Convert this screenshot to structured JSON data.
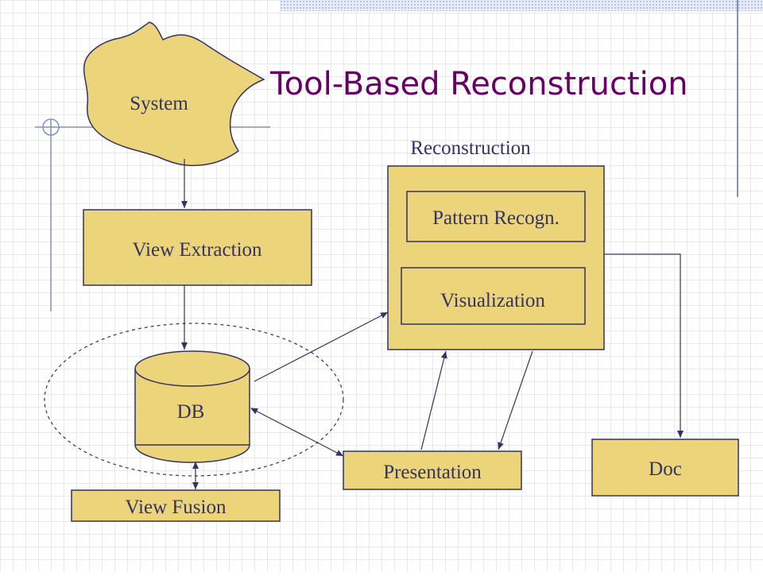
{
  "slide": {
    "title": "Tool-Based Reconstruction",
    "colors": {
      "box_fill": "#EBD47A",
      "box_stroke": "#333366",
      "text": "#333366",
      "title": "#660066",
      "grid": "#D6D6D6",
      "accent_line": "#7F8FC8"
    }
  },
  "diagram": {
    "nodes": {
      "system": "System",
      "view_extraction": "View Extraction",
      "db": "DB",
      "view_fusion": "View Fusion",
      "reconstruction_label": "Reconstruction",
      "pattern_recogn": "Pattern Recogn.",
      "visualization": "Visualization",
      "presentation": "Presentation",
      "doc": "Doc"
    }
  }
}
